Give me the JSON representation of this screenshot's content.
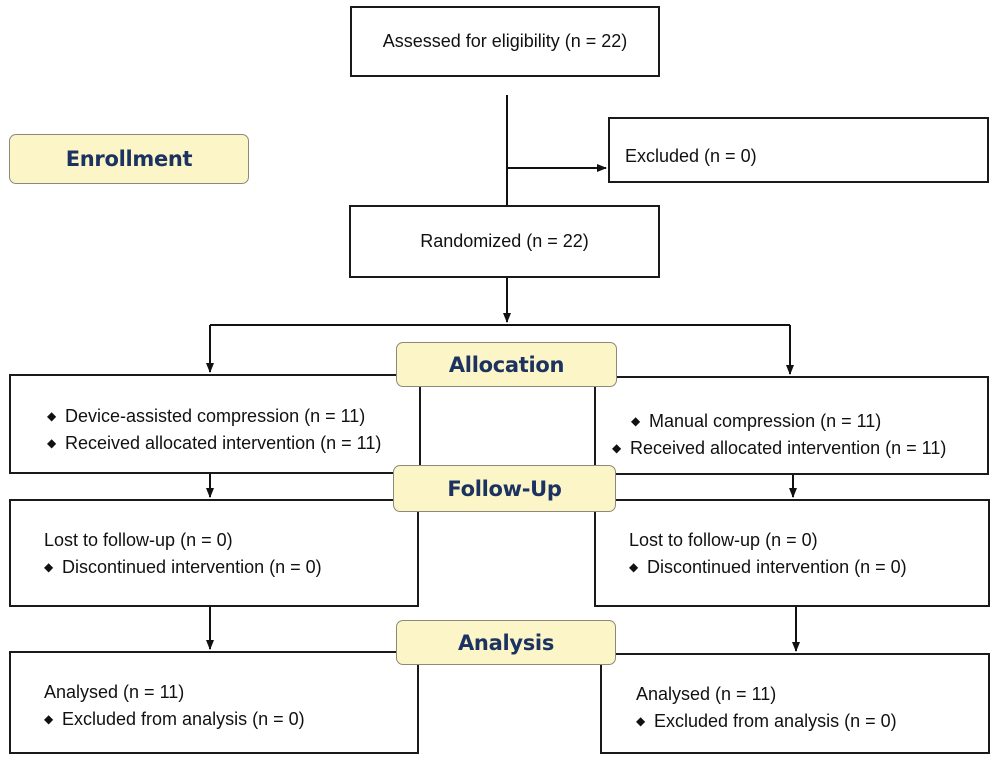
{
  "phases": {
    "enrollment": "Enrollment",
    "allocation": "Allocation",
    "follow_up": "Follow-Up",
    "analysis": "Analysis"
  },
  "boxes": {
    "assessed": "Assessed for eligibility (n = 22)",
    "excluded": "Excluded (n = 0)",
    "randomized": "Randomized (n = 22)",
    "alloc_left": [
      "Device-assisted compression (n = 11)",
      "Received allocated intervention (n = 11)"
    ],
    "alloc_right": [
      "Manual compression (n = 11)",
      "Received allocated intervention (n = 11)"
    ],
    "followup_left": [
      "Lost to follow-up (n = 0)",
      "Discontinued intervention (n = 0)"
    ],
    "followup_right": [
      "Lost to follow-up (n = 0)",
      "Discontinued intervention (n = 0)"
    ],
    "analysis_left": [
      "Analysed (n = 11)",
      "Excluded from analysis (n = 0)"
    ],
    "analysis_right": [
      "Analysed (n = 11)",
      "Excluded from analysis (n = 0)"
    ]
  },
  "bullet_icon": "diamond-bullet-icon"
}
